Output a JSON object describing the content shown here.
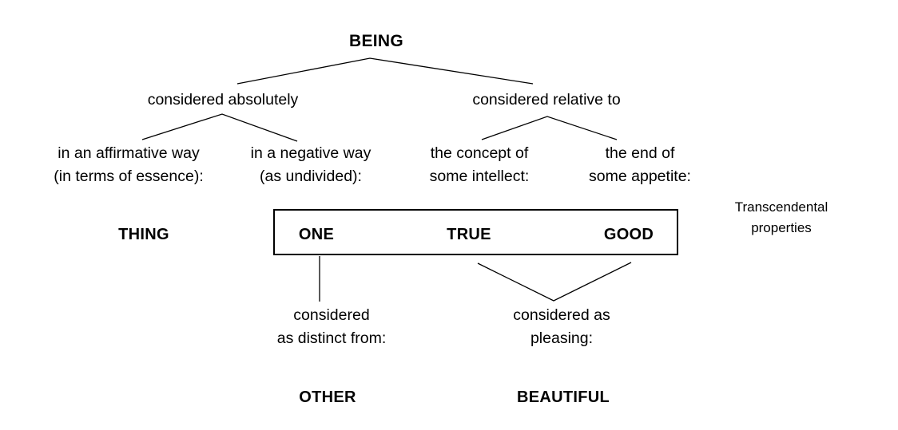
{
  "diagram": {
    "title": "BEING",
    "side_note": {
      "line1": "Transcendental",
      "line2": "properties"
    },
    "levels": {
      "root": {
        "label": "BEING"
      },
      "branches": [
        {
          "label": "considered absolutely"
        },
        {
          "label": "considered relative to"
        }
      ],
      "descriptors": [
        {
          "line1": "in an affirmative way",
          "line2": "(in terms of essence):"
        },
        {
          "line1": "in a negative way",
          "line2": "(as undivided):"
        },
        {
          "line1": "the concept of",
          "line2": "some intellect:"
        },
        {
          "line1": "the end of",
          "line2": "some appetite:"
        }
      ],
      "terms": [
        {
          "label": "THING",
          "boxed": false
        },
        {
          "label": "ONE",
          "boxed": true
        },
        {
          "label": "TRUE",
          "boxed": true
        },
        {
          "label": "GOOD",
          "boxed": true
        }
      ],
      "sub_descriptors": [
        {
          "line1": "considered",
          "line2": "as distinct from:"
        },
        {
          "line1": "considered as",
          "line2": "pleasing:"
        }
      ],
      "sub_terms": [
        {
          "label": "OTHER"
        },
        {
          "label": "BEAUTIFUL"
        }
      ]
    },
    "colors": {
      "background": "#ffffff",
      "text": "#000000",
      "edge": "#000000",
      "box_border": "#000000"
    }
  }
}
